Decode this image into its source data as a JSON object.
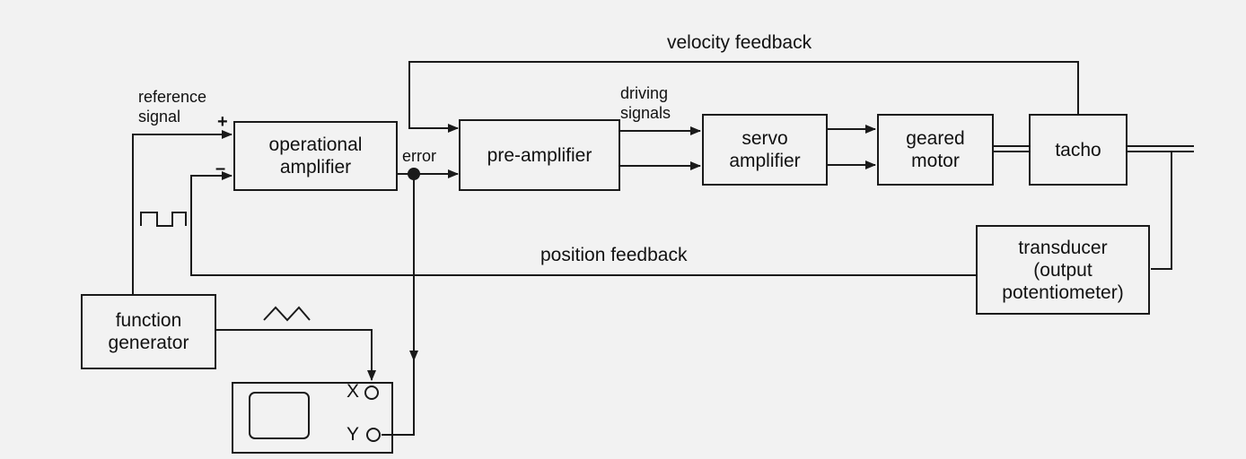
{
  "blocks": {
    "operational_amplifier": "operational\namplifier",
    "pre_amplifier": "pre-amplifier",
    "servo_amplifier": "servo\namplifier",
    "geared_motor": "geared\nmotor",
    "tacho": "tacho",
    "transducer": "transducer\n(output\npotentiometer)",
    "function_generator": "function\ngenerator"
  },
  "labels": {
    "velocity_feedback": "velocity feedback",
    "position_feedback": "position feedback",
    "reference_signal": "reference\nsignal",
    "plus_sign": "+",
    "minus_sign": "–",
    "error": "error",
    "driving_signals": "driving\nsignals",
    "oscilloscope_x": "X",
    "oscilloscope_y": "Y"
  }
}
